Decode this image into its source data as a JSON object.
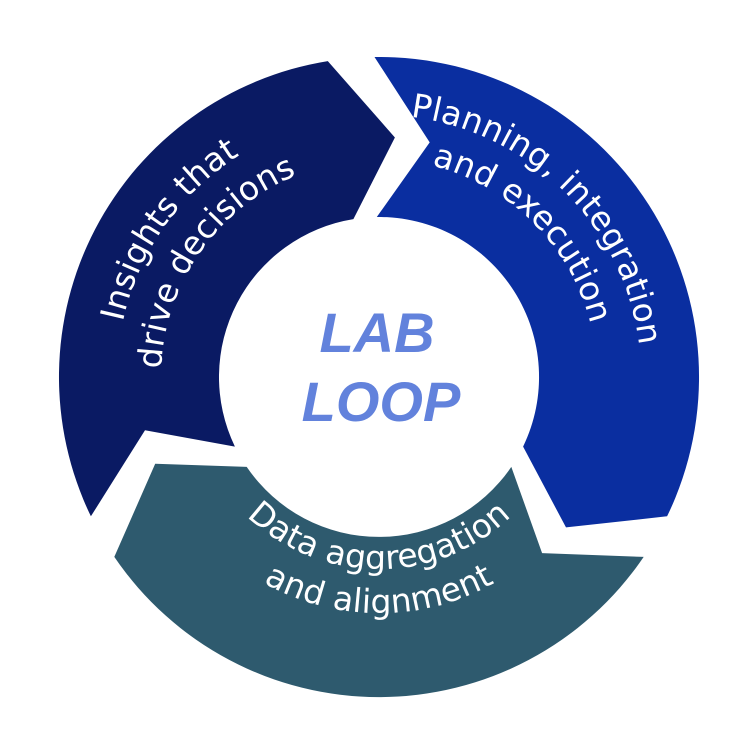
{
  "diagram": {
    "title_line1": "LAB",
    "title_line2": "LOOP",
    "title_color": "#6282dc",
    "segments": [
      {
        "id": "insights",
        "line1": "Insights that",
        "line2": "drive decisions",
        "color": "#0a1a63"
      },
      {
        "id": "planning",
        "line1": "Planning, integration",
        "line2": "and execution",
        "color": "#0a2ea0"
      },
      {
        "id": "data",
        "line1": "Data aggregation",
        "line2": "and alignment",
        "color": "#2e5a6e"
      }
    ],
    "flow_direction": "clockwise",
    "arrow-icon": "chevron-right"
  }
}
